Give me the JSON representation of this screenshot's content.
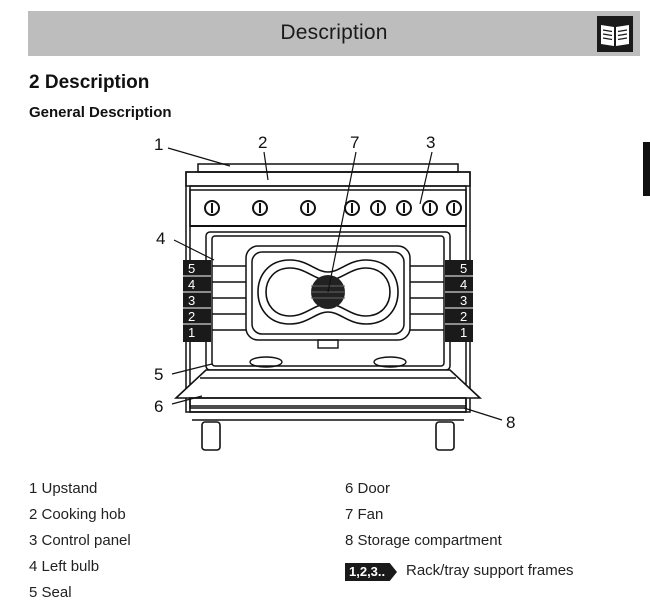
{
  "header": {
    "title": "Description",
    "icon": "open-book-icon"
  },
  "section": {
    "title": "2 Description",
    "subtitle": "General Description"
  },
  "callouts": [
    "1",
    "2",
    "7",
    "3",
    "4",
    "5",
    "6",
    "8"
  ],
  "rack_numbers": [
    "5",
    "4",
    "3",
    "2",
    "1"
  ],
  "legend_left": [
    "1 Upstand",
    "2 Cooking hob",
    "3 Control panel",
    "4 Left bulb",
    "5 Seal"
  ],
  "legend_right": [
    "6 Door",
    "7 Fan",
    "8 Storage compartment"
  ],
  "rack_note": {
    "badge": "1,2,3..",
    "text": "Rack/tray support frames"
  }
}
